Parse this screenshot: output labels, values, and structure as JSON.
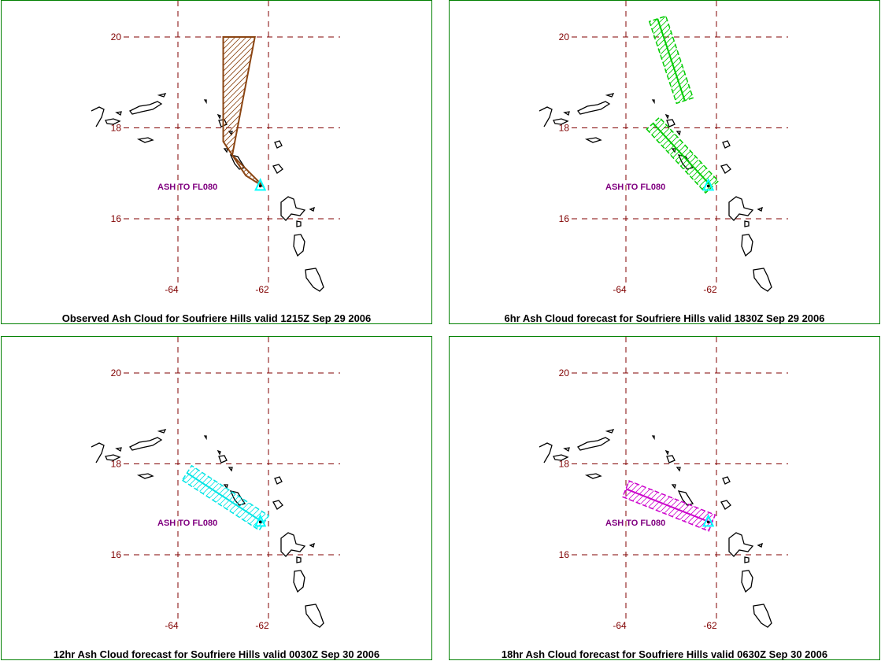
{
  "map": {
    "lat_labels": [
      "20",
      "18",
      "16"
    ],
    "lon_labels": [
      "-64",
      "-62"
    ],
    "lat_values": [
      20,
      18,
      16
    ],
    "lon_values": [
      -64,
      -62
    ],
    "volcano": {
      "lat": 16.72,
      "lon": -62.18
    },
    "colors": {
      "grid": "#800000",
      "coast": "#000000",
      "border": "#008000",
      "label": "#800080",
      "volcano": "#00ffff"
    }
  },
  "panels": [
    {
      "caption": "Observed Ash Cloud for Soufriere  Hills valid 1215Z Sep 29 2006",
      "ash_label": "ASH TO FL080",
      "color": "#8b4513",
      "clouds": [
        {
          "kind": "polygon",
          "points": [
            [
              20.0,
              -63.0
            ],
            [
              20.0,
              -62.3
            ],
            [
              17.4,
              -62.8
            ],
            [
              16.7,
              -62.1
            ],
            [
              16.95,
              -62.5
            ],
            [
              17.7,
              -63.0
            ]
          ]
        }
      ]
    },
    {
      "caption": "6hr Ash Cloud forecast for Soufriere  Hills valid 1830Z Sep 29 2006",
      "ash_label": "ASH TO FL080",
      "color": "#00cc00",
      "clouds": [
        {
          "kind": "band",
          "from": [
            20.4,
            -63.3
          ],
          "to": [
            18.6,
            -62.7
          ]
        },
        {
          "kind": "band",
          "from": [
            18.1,
            -63.4
          ],
          "to": [
            16.7,
            -62.1
          ]
        }
      ]
    },
    {
      "caption": "12hr Ash Cloud forecast for Soufriere  Hills valid 0030Z Sep 30 2006",
      "ash_label": "ASH TO FL080",
      "color": "#00e5e5",
      "clouds": [
        {
          "kind": "band",
          "from": [
            17.8,
            -63.8
          ],
          "to": [
            16.7,
            -62.1
          ]
        }
      ]
    },
    {
      "caption": "18hr Ash Cloud forecast for Soufriere  Hills valid 0630Z Sep 30 2006",
      "ash_label": "ASH TO FL080",
      "color": "#cc00cc",
      "clouds": [
        {
          "kind": "band",
          "from": [
            17.45,
            -64.0
          ],
          "to": [
            16.7,
            -62.1
          ]
        }
      ]
    }
  ]
}
